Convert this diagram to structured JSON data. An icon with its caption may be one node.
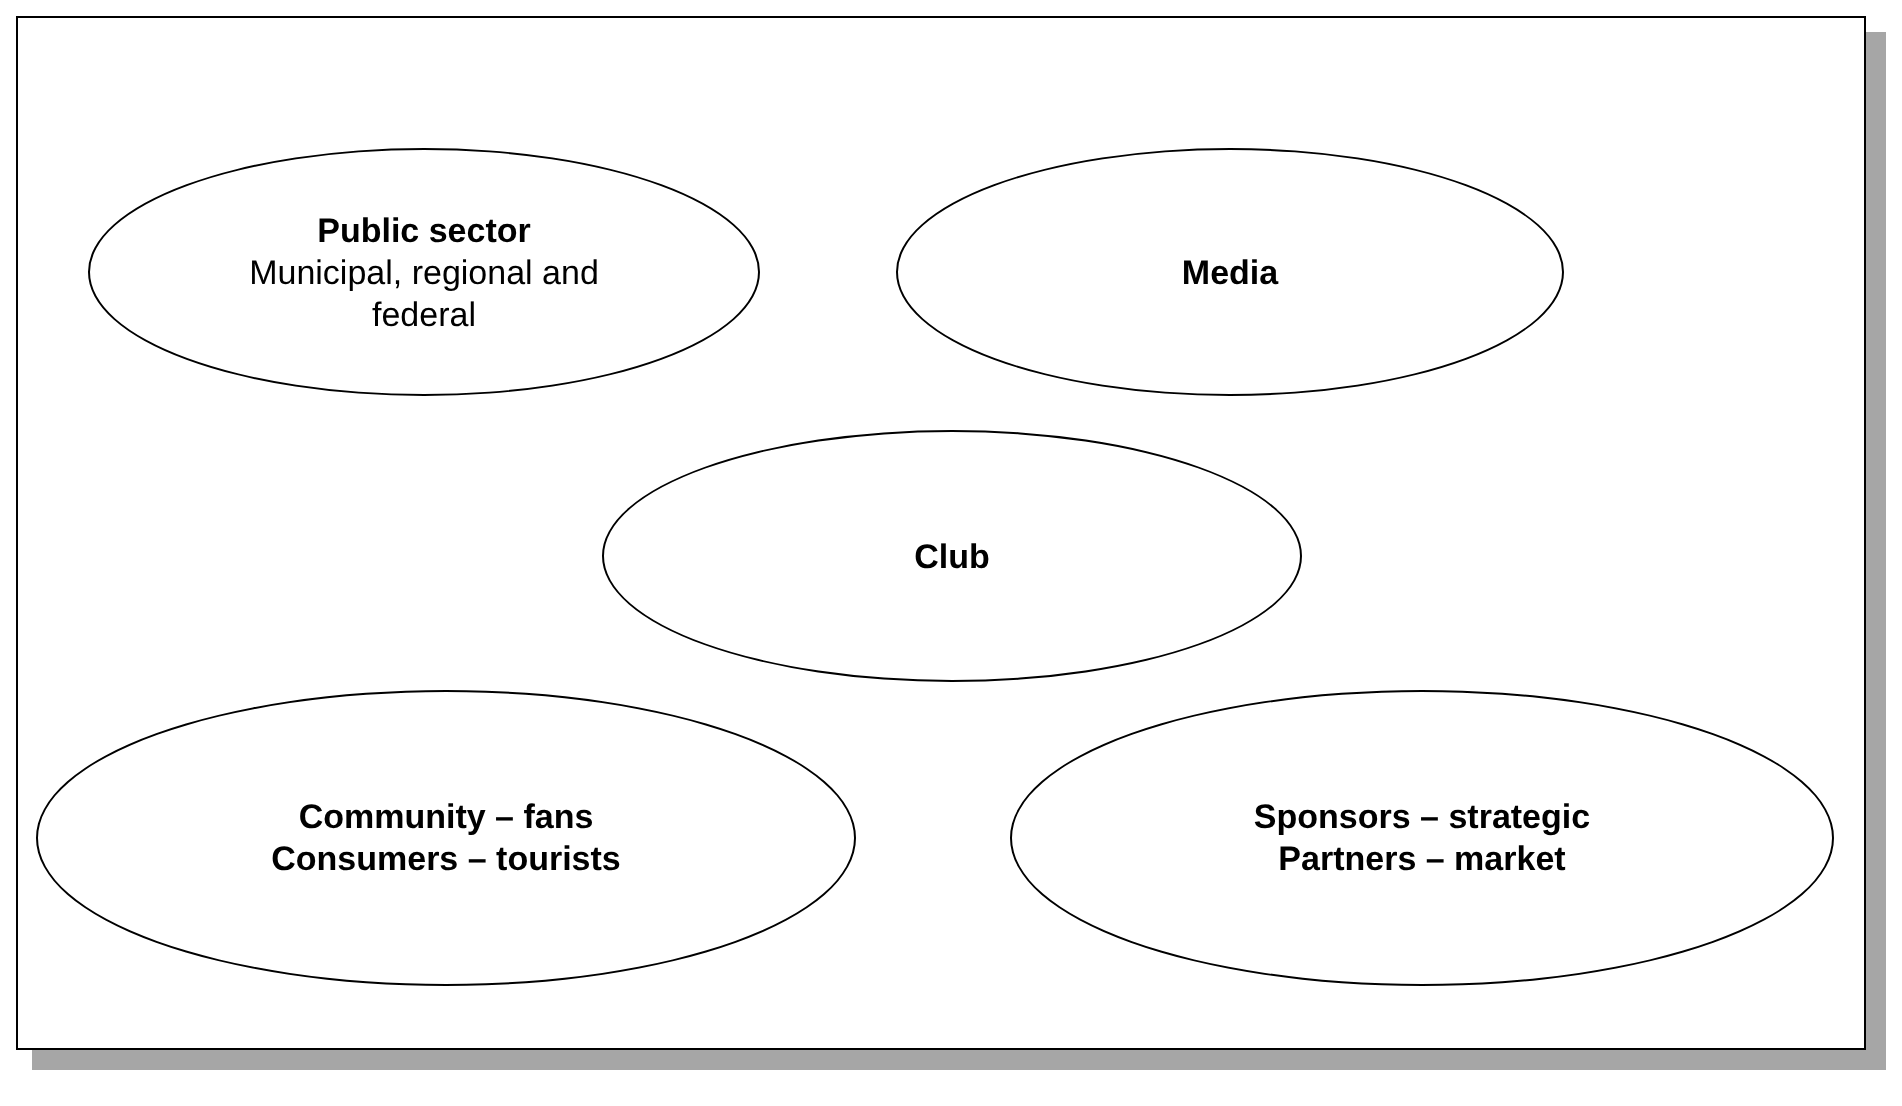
{
  "diagram": {
    "nodes": [
      {
        "text": [
          "Public sector",
          "Municipal, regional and federal"
        ]
      },
      {
        "text": [
          "Media"
        ]
      },
      {
        "text": [
          "Club"
        ]
      },
      {
        "text": [
          "Community – fans",
          "Consumers – tourists"
        ]
      },
      {
        "text": [
          "Sponsors – strategic",
          "Partners – market"
        ]
      }
    ]
  }
}
